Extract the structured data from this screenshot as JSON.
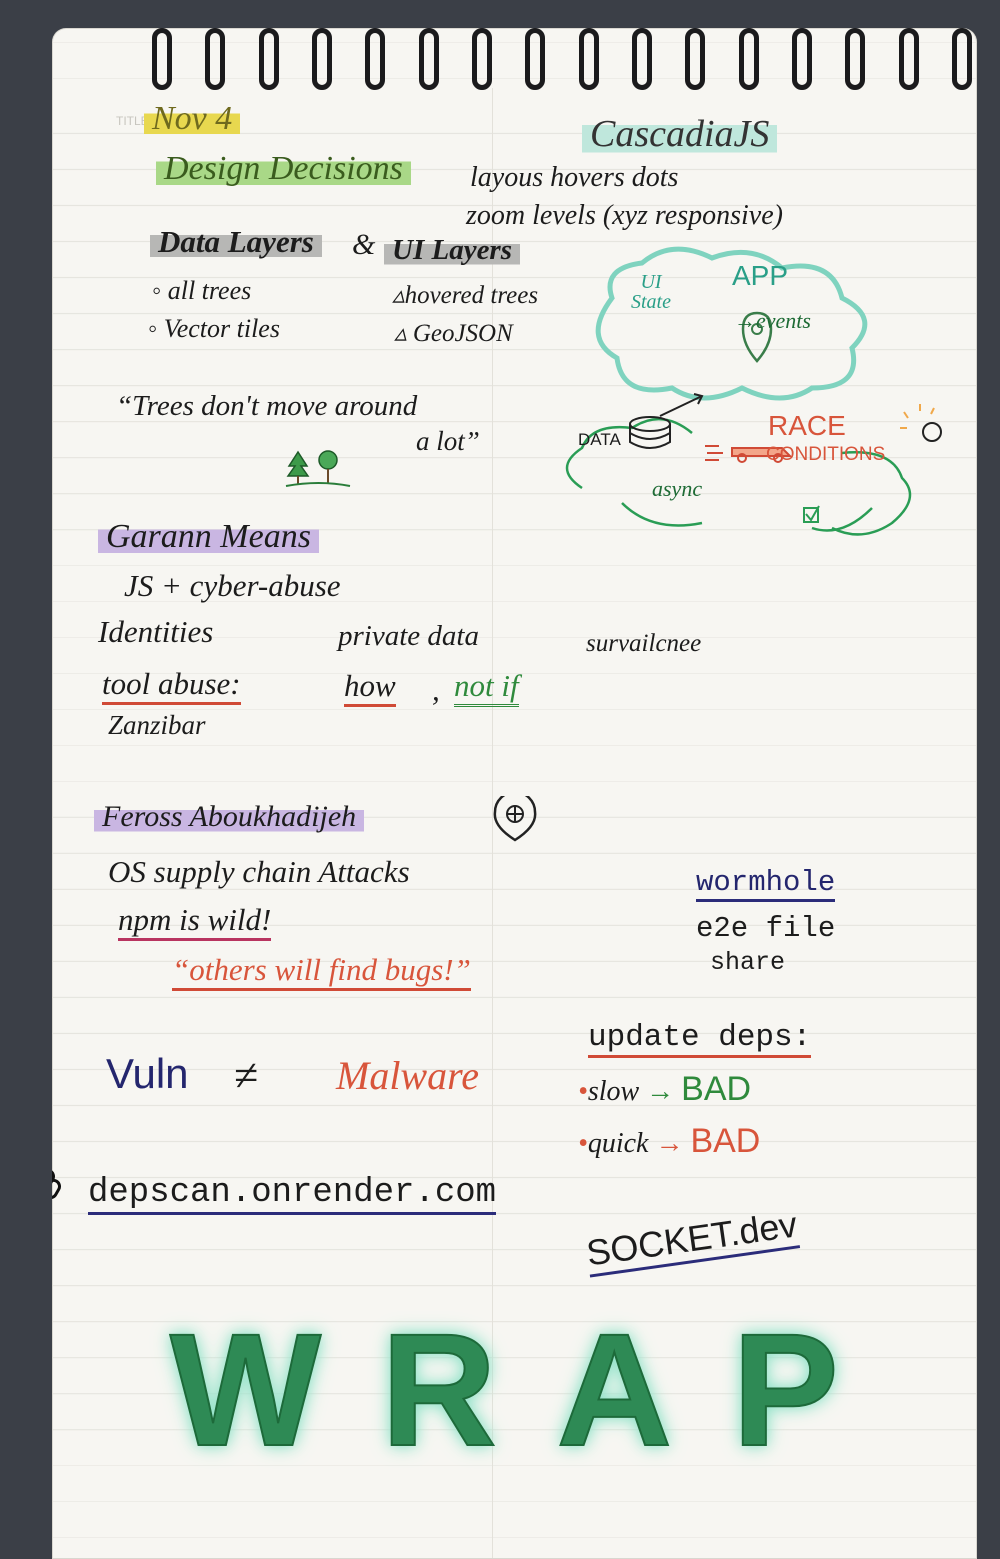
{
  "page": {
    "title_no_label": "TITLE / NO",
    "date": "Nov 4",
    "event": "CascadiaJS"
  },
  "session1": {
    "heading": "Design Decisions",
    "topics_line1": "layous hovers dots",
    "topics_line2": "zoom levels (xyz responsive)",
    "layers_heading_a": "Data Layers",
    "layers_amp": "&",
    "layers_heading_b": "UI Layers",
    "data_layers": [
      "all trees",
      "Vector tiles"
    ],
    "ui_layers": [
      "hovered trees",
      "GeoJSON"
    ],
    "diagram": {
      "ui_state": "UI State",
      "app": "APP",
      "events": "events",
      "data": "DATA",
      "race": "RACE",
      "conditions": "CONDITIONS",
      "async": "async"
    },
    "quote_line1": "“Trees don't move around",
    "quote_line2": "a lot”"
  },
  "session2": {
    "speaker": "Garann Means",
    "subtitle": "JS + cyber-abuse",
    "identities": "Identities",
    "private_data": "private data",
    "surveillance": "survailcnee",
    "tool_abuse": "tool abuse:",
    "how": "how",
    "comma": ",",
    "not_if": "not if",
    "zanzibar": "Zanzibar"
  },
  "session3": {
    "speaker": "Feross Aboukhadijeh",
    "attacks": "OS supply chain Attacks",
    "npm": "npm is wild!",
    "quote": "“others will find bugs!”",
    "wormhole": "wormhole",
    "e2e": "e2e file",
    "share": "share",
    "vuln": "Vuln",
    "neq": "≠",
    "malware": "Malware",
    "update_deps": "update deps:",
    "slow": "slow",
    "quick": "quick",
    "arrow": "→",
    "bad": "BAD",
    "link": "depscan.onrender.com",
    "socket": "SOCKET.dev"
  },
  "wrap": "WRAP"
}
